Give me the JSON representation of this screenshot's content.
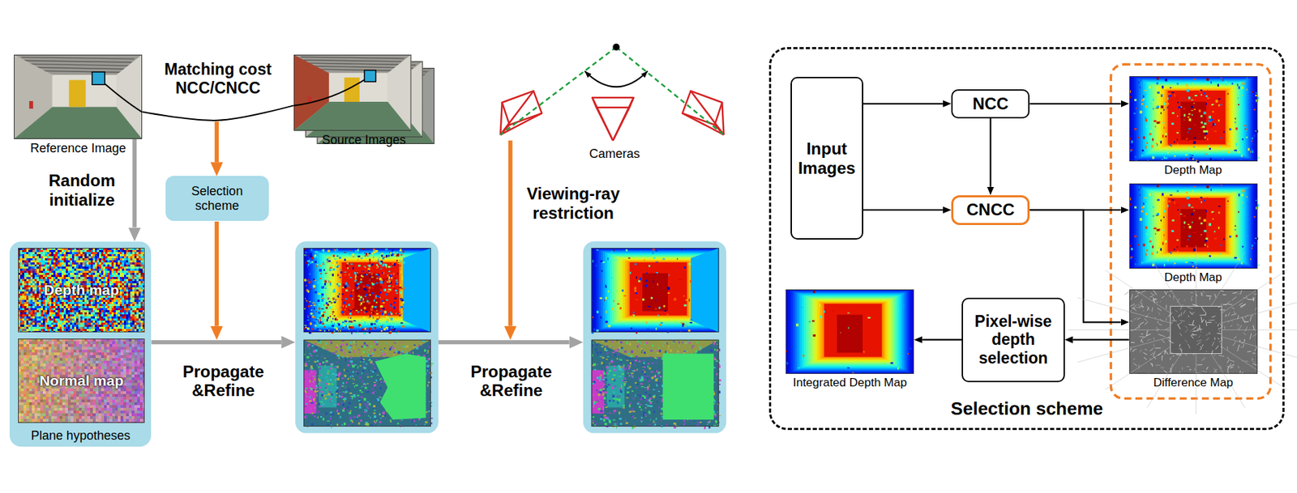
{
  "diagram": {
    "nodes": [
      {
        "text": [
          "Reference Image"
        ]
      },
      {
        "text": [
          "Source Images"
        ]
      },
      {
        "text": [
          "Selection scheme"
        ]
      },
      {
        "text": [
          "Plane hypotheses"
        ]
      },
      {
        "text": [
          "Depth map"
        ],
        "in": 3
      },
      {
        "text": [
          "Normal map"
        ],
        "in": 3
      },
      {
        "text": [
          "Selection scheme"
        ]
      },
      {
        "text": [
          "Input Images"
        ],
        "in": 6
      },
      {
        "text": [
          "NCC"
        ],
        "in": 6
      },
      {
        "text": [
          "CNCC"
        ],
        "in": 6
      },
      {
        "text": [
          "Depth Map"
        ],
        "in": 6
      },
      {
        "text": [
          "Depth Map"
        ],
        "in": 6
      },
      {
        "text": [
          "Difference Map"
        ],
        "in": 6
      },
      {
        "text": [
          "Pixel-wise depth selection"
        ],
        "in": 6
      },
      {
        "text": [
          "Integrated Depth Map"
        ],
        "in": 6
      }
    ],
    "edges": [
      {
        "from": 0,
        "to": 1,
        "arrow": "none",
        "label": "Matching cost NCC/CNCC"
      },
      {
        "from": 0,
        "to": 3,
        "arrow": "to",
        "label": "Random initialize"
      },
      {
        "from": 7,
        "to": 8,
        "arrow": "to"
      },
      {
        "from": 7,
        "to": 9,
        "arrow": "to"
      },
      {
        "from": 8,
        "to": 9,
        "arrow": "to"
      },
      {
        "from": 8,
        "to": 10,
        "arrow": "to"
      },
      {
        "from": 9,
        "to": 11,
        "arrow": "to"
      },
      {
        "from": 9,
        "to": 12,
        "arrow": "to"
      },
      {
        "from": 12,
        "to": 13,
        "arrow": "to"
      },
      {
        "from": 13,
        "to": 14,
        "arrow": "to"
      }
    ],
    "labels": [
      "Propagate &Refine",
      "Propagate &Refine",
      "Cameras",
      "Viewing-ray restriction"
    ]
  }
}
